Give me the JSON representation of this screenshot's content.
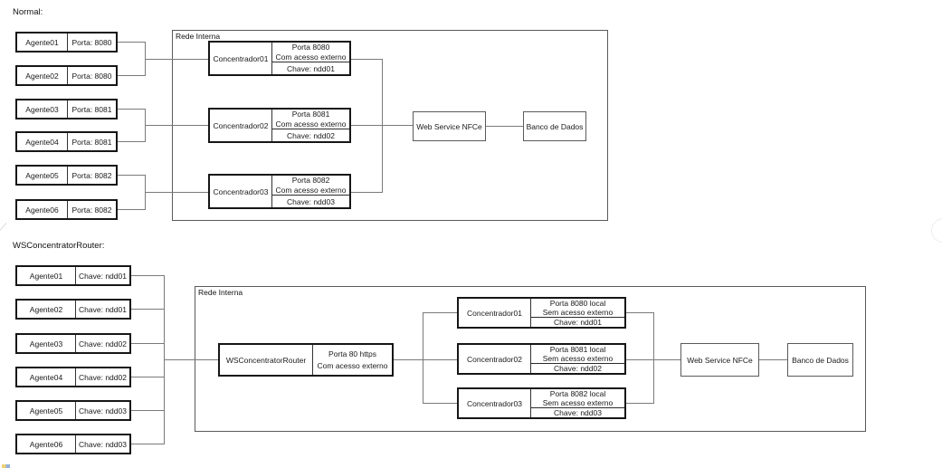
{
  "colors": {
    "background": "#ffffff",
    "box_border": "#161616",
    "network_border": "#5a5a5a",
    "connector": "#7a7a7a",
    "text": "#1a1a1a"
  },
  "normal": {
    "section_label": "Normal:",
    "network_label": "Rede Interna",
    "agents": [
      {
        "name": "Agente01",
        "detail": "Porta: 8080"
      },
      {
        "name": "Agente02",
        "detail": "Porta: 8080"
      },
      {
        "name": "Agente03",
        "detail": "Porta: 8081"
      },
      {
        "name": "Agente04",
        "detail": "Porta: 8081"
      },
      {
        "name": "Agente05",
        "detail": "Porta: 8082"
      },
      {
        "name": "Agente06",
        "detail": "Porta: 8082"
      }
    ],
    "concentrators": [
      {
        "name": "Concentrador01",
        "port": "Porta 8080",
        "access": "Com acesso externo",
        "key": "Chave: ndd01"
      },
      {
        "name": "Concentrador02",
        "port": "Porta 8081",
        "access": "Com acesso externo",
        "key": "Chave: ndd02"
      },
      {
        "name": "Concentrador03",
        "port": "Porta 8082",
        "access": "Com acesso externo",
        "key": "Chave: ndd03"
      }
    ],
    "web_service": "Web Service NFCe",
    "database": "Banco de Dados"
  },
  "router": {
    "section_label": "WSConcentratorRouter:",
    "network_label": "Rede Interna",
    "agents": [
      {
        "name": "Agente01",
        "detail": "Chave: ndd01"
      },
      {
        "name": "Agente02",
        "detail": "Chave: ndd01"
      },
      {
        "name": "Agente03",
        "detail": "Chave: ndd02"
      },
      {
        "name": "Agente04",
        "detail": "Chave: ndd02"
      },
      {
        "name": "Agente05",
        "detail": "Chave: ndd03"
      },
      {
        "name": "Agente06",
        "detail": "Chave: ndd03"
      }
    ],
    "router_box": {
      "name": "WSConcentratorRouter",
      "port": "Porta 80 https",
      "access": "Com acesso externo"
    },
    "concentrators": [
      {
        "name": "Concentrador01",
        "port": "Porta 8080 local",
        "access": "Sem acesso externo",
        "key": "Chave: ndd01"
      },
      {
        "name": "Concentrador02",
        "port": "Porta 8081 local",
        "access": "Sem acesso externo",
        "key": "Chave: ndd02"
      },
      {
        "name": "Concentrador03",
        "port": "Porta 8082 local",
        "access": "Sem acesso externo",
        "key": "Chave: ndd03"
      }
    ],
    "web_service": "Web Service NFCe",
    "database": "Banco de Dados"
  }
}
